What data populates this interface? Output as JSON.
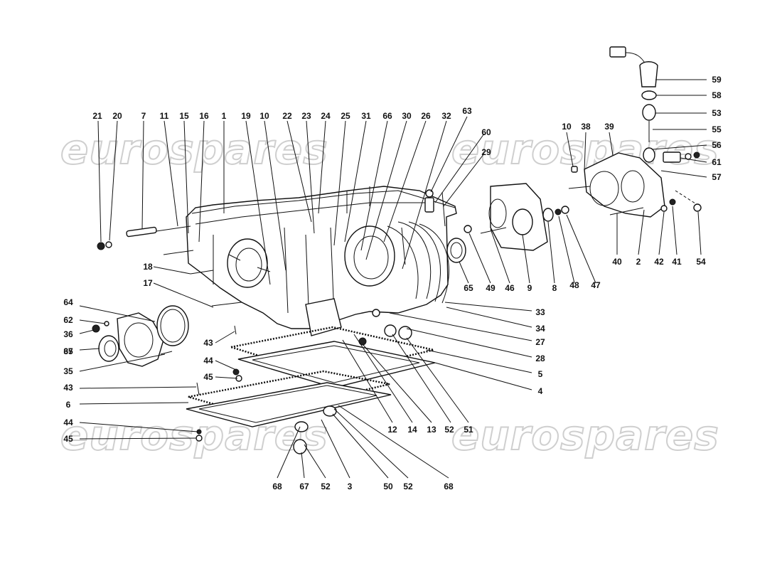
{
  "watermark": {
    "text": "eurospares"
  },
  "callouts": [
    "21",
    "20",
    "7",
    "11",
    "15",
    "16",
    "1",
    "19",
    "10",
    "22",
    "23",
    "24",
    "25",
    "31",
    "66",
    "30",
    "26",
    "32",
    "63",
    "60",
    "29",
    "18",
    "17",
    "64",
    "62",
    "36",
    "37",
    "65",
    "35",
    "43",
    "44",
    "45",
    "6",
    "12",
    "14",
    "13",
    "52",
    "51",
    "5",
    "4",
    "28",
    "27",
    "34",
    "33",
    "65",
    "49",
    "46",
    "9",
    "8",
    "48",
    "47",
    "10",
    "38",
    "39",
    "40",
    "2",
    "42",
    "41",
    "54",
    "59",
    "58",
    "53",
    "55",
    "56",
    "61",
    "57",
    "68",
    "67",
    "52",
    "3",
    "50",
    "52",
    "68"
  ]
}
